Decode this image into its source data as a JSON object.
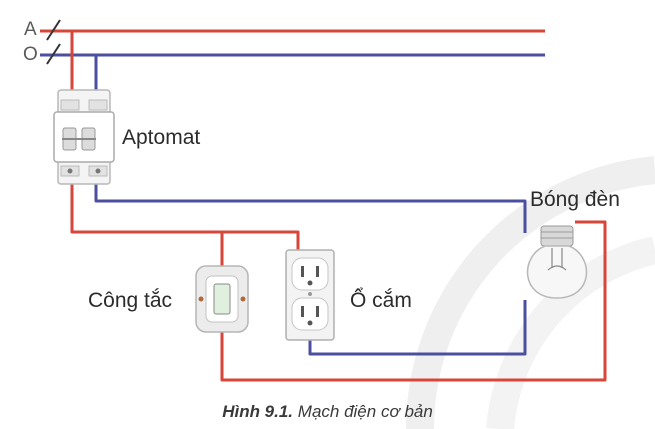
{
  "lines": {
    "phase": "A",
    "neutral": "O"
  },
  "labels": {
    "breaker": "Aptomat",
    "bulb": "Bóng đèn",
    "switch": "Công tắc",
    "outlet": "Ổ cắm"
  },
  "caption": {
    "figure": "Hình 9.1.",
    "text": "Mạch điện cơ bản"
  },
  "colors": {
    "phase_wire": "#d8463a",
    "neutral_wire": "#4b4fa0",
    "background_arc": "#eeeeee"
  }
}
